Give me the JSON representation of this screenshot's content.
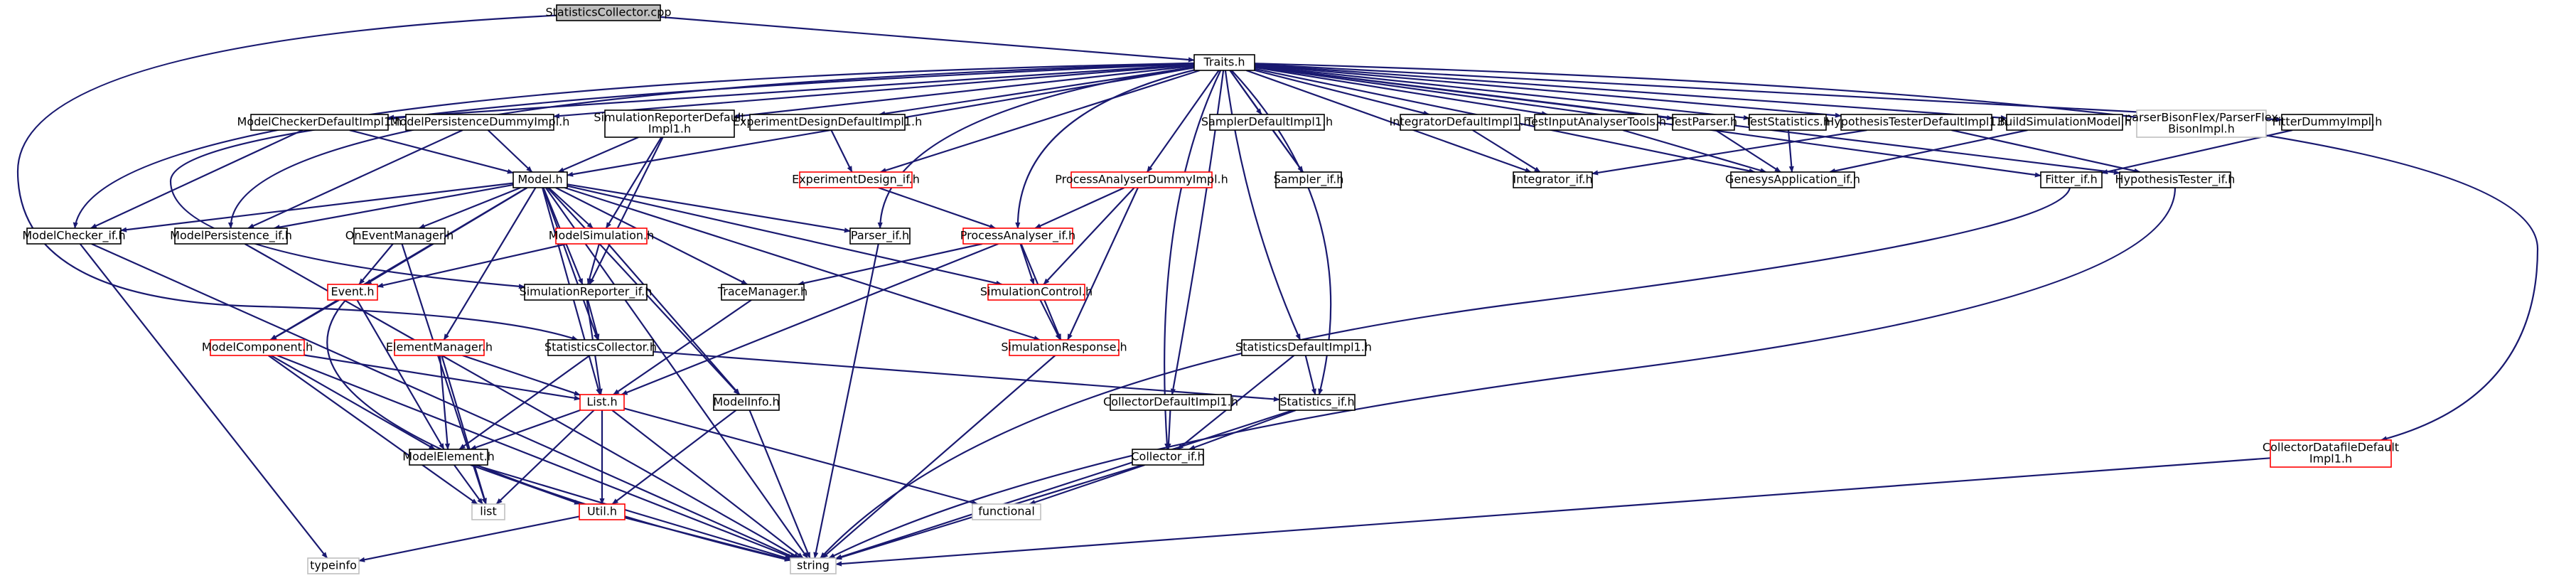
{
  "diagram": {
    "kind": "doxygen-include-dependency-graph",
    "colors": {
      "edge": "#191970",
      "root_fill": "#bfbfbf",
      "node_fill": "#ffffff",
      "border_normal": "#000000",
      "border_red": "#ff0000",
      "border_light": "#bfbfbf"
    },
    "nodes": [
      {
        "id": "statisticscollector_cpp",
        "lines": [
          "StatisticsCollector.cpp"
        ],
        "style": "root"
      },
      {
        "id": "traits_h",
        "lines": [
          "Traits.h"
        ],
        "style": "normal"
      },
      {
        "id": "modelcheckerdefaultimpl1_h",
        "lines": [
          "ModelCheckerDefaultImpl1.h"
        ],
        "style": "normal"
      },
      {
        "id": "modelpersistencedummyimpl_h",
        "lines": [
          "ModelPersistenceDummyImpl.h"
        ],
        "style": "normal"
      },
      {
        "id": "simulationreporterdefaultimpl1_h",
        "lines": [
          "SimulationReporterDefault",
          "Impl1.h"
        ],
        "style": "normal"
      },
      {
        "id": "experimentdesigndefaultimpl1_h",
        "lines": [
          "ExperimentDesignDefaultImpl1.h"
        ],
        "style": "normal"
      },
      {
        "id": "processanalyserdummyimpl_h",
        "lines": [
          "ProcessAnalyserDummyImpl.h"
        ],
        "style": "red"
      },
      {
        "id": "samplerdefaultimpl1_h",
        "lines": [
          "SamplerDefaultImpl1.h"
        ],
        "style": "normal"
      },
      {
        "id": "integratordefaultimpl1_h",
        "lines": [
          "IntegratorDefaultImpl1.h"
        ],
        "style": "normal"
      },
      {
        "id": "testinputanalysertools_h",
        "lines": [
          "TestInputAnalyserTools.h"
        ],
        "style": "normal"
      },
      {
        "id": "testparser_h",
        "lines": [
          "TestParser.h"
        ],
        "style": "normal"
      },
      {
        "id": "teststatistics_h",
        "lines": [
          "TestStatistics.h"
        ],
        "style": "normal"
      },
      {
        "id": "hypothesistesterdefaultimpl1_h",
        "lines": [
          "HypothesisTesterDefaultImpl1.h"
        ],
        "style": "normal"
      },
      {
        "id": "buildsimulationmodel_h",
        "lines": [
          "BuildSimulationModel.h"
        ],
        "style": "normal"
      },
      {
        "id": "parserbisonflex_h",
        "lines": [
          "parserBisonFlex/ParserFlex",
          "BisonImpl.h"
        ],
        "style": "light"
      },
      {
        "id": "fitterdummyimpl_h",
        "lines": [
          "FitterDummyImpl.h"
        ],
        "style": "normal"
      },
      {
        "id": "model_h",
        "lines": [
          "Model.h"
        ],
        "style": "normal"
      },
      {
        "id": "experimentdesign_if_h",
        "lines": [
          "ExperimentDesign_if.h"
        ],
        "style": "red"
      },
      {
        "id": "sampler_if_h",
        "lines": [
          "Sampler_if.h"
        ],
        "style": "normal"
      },
      {
        "id": "integrator_if_h",
        "lines": [
          "Integrator_if.h"
        ],
        "style": "normal"
      },
      {
        "id": "genesysapplication_if_h",
        "lines": [
          "GenesysApplication_if.h"
        ],
        "style": "normal"
      },
      {
        "id": "fitter_if_h",
        "lines": [
          "Fitter_if.h"
        ],
        "style": "normal"
      },
      {
        "id": "hypothesistester_if_h",
        "lines": [
          "HypothesisTester_if.h"
        ],
        "style": "normal"
      },
      {
        "id": "modelchecker_if_h",
        "lines": [
          "ModelChecker_if.h"
        ],
        "style": "normal"
      },
      {
        "id": "modelpersistence_if_h",
        "lines": [
          "ModelPersistence_if.h"
        ],
        "style": "normal"
      },
      {
        "id": "oneventmanager_h",
        "lines": [
          "OnEventManager.h"
        ],
        "style": "normal"
      },
      {
        "id": "modelsimulation_h",
        "lines": [
          "ModelSimulation.h"
        ],
        "style": "red"
      },
      {
        "id": "parser_if_h",
        "lines": [
          "Parser_if.h"
        ],
        "style": "normal"
      },
      {
        "id": "processanalyser_if_h",
        "lines": [
          "ProcessAnalyser_if.h"
        ],
        "style": "red"
      },
      {
        "id": "event_h",
        "lines": [
          "Event.h"
        ],
        "style": "red"
      },
      {
        "id": "simulationreporter_if_h",
        "lines": [
          "SimulationReporter_if.h"
        ],
        "style": "normal"
      },
      {
        "id": "tracemanager_h",
        "lines": [
          "TraceManager.h"
        ],
        "style": "normal"
      },
      {
        "id": "simulationcontrol_h",
        "lines": [
          "SimulationControl.h"
        ],
        "style": "red"
      },
      {
        "id": "modelcomponent_h",
        "lines": [
          "ModelComponent.h"
        ],
        "style": "red"
      },
      {
        "id": "statisticscollector_h",
        "lines": [
          "StatisticsCollector.h"
        ],
        "style": "normal"
      },
      {
        "id": "simulationresponse_h",
        "lines": [
          "SimulationResponse.h"
        ],
        "style": "red"
      },
      {
        "id": "elementmanager_h",
        "lines": [
          "ElementManager.h"
        ],
        "style": "red"
      },
      {
        "id": "statisticsdefaultimpl1_h",
        "lines": [
          "StatisticsDefaultImpl1.h"
        ],
        "style": "normal"
      },
      {
        "id": "collectordefaultimpl1_h",
        "lines": [
          "CollectorDefaultImpl1.h"
        ],
        "style": "normal"
      },
      {
        "id": "list_h",
        "lines": [
          "List.h"
        ],
        "style": "red"
      },
      {
        "id": "modelinfo_h",
        "lines": [
          "ModelInfo.h"
        ],
        "style": "normal"
      },
      {
        "id": "statistics_if_h",
        "lines": [
          "Statistics_if.h"
        ],
        "style": "normal"
      },
      {
        "id": "collector_if_h",
        "lines": [
          "Collector_if.h"
        ],
        "style": "normal"
      },
      {
        "id": "modelelement_h",
        "lines": [
          "ModelElement.h"
        ],
        "style": "normal"
      },
      {
        "id": "collectordatafiledefaultimpl1_h",
        "lines": [
          "CollectorDatafileDefault",
          "Impl1.h"
        ],
        "style": "red"
      },
      {
        "id": "functional",
        "lines": [
          "functional"
        ],
        "style": "light"
      },
      {
        "id": "list",
        "lines": [
          "list"
        ],
        "style": "light"
      },
      {
        "id": "util_h",
        "lines": [
          "Util.h"
        ],
        "style": "red"
      },
      {
        "id": "typeinfo",
        "lines": [
          "typeinfo"
        ],
        "style": "light"
      },
      {
        "id": "string",
        "lines": [
          "string"
        ],
        "style": "light"
      }
    ]
  }
}
